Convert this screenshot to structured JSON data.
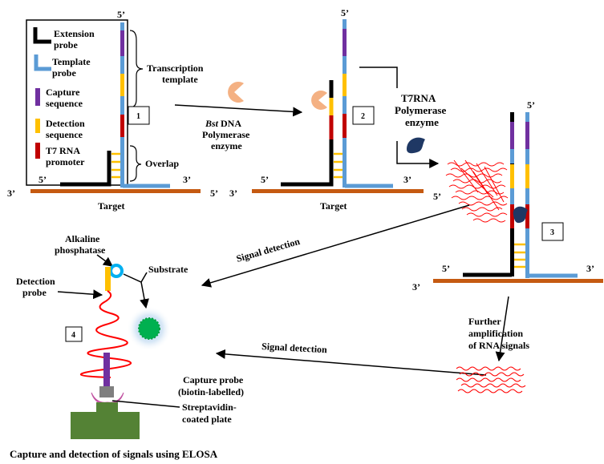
{
  "legend": {
    "extension": [
      "Extension",
      "probe"
    ],
    "template": [
      "Template",
      "probe"
    ],
    "capture": [
      "Capture",
      "sequence"
    ],
    "detection": [
      "Detection",
      "sequence"
    ],
    "t7": [
      "T7 RNA",
      "promoter"
    ]
  },
  "labels": {
    "transcription_template": [
      "Transcription",
      "template"
    ],
    "overlap": "Overlap",
    "bst_italic": "Bst",
    "bst_rest": " DNA",
    "bst_line2": "Polymerase",
    "bst_line3": "enzyme",
    "t7_enzyme": [
      "T7RNA",
      "Polymerase",
      "enzyme"
    ],
    "target": "Target",
    "five_prime": "5’",
    "three_prime": "3’",
    "signal_detection": "Signal detection",
    "further_amplification": [
      "Further",
      "amplification",
      "of RNA signals"
    ],
    "alkaline_phosphatase": [
      "Alkaline",
      "phosphatase"
    ],
    "substrate": "Substrate",
    "detection_probe": [
      "Detection",
      "probe"
    ],
    "capture_probe": [
      "Capture probe",
      "(biotin-labelled)"
    ],
    "streptavidin": [
      "Streptavidin-",
      "coated plate"
    ],
    "bottom_caption": "Capture and detection of signals using ELOSA"
  },
  "steps": [
    "1",
    "2",
    "3",
    "4"
  ],
  "colors": {
    "extension": "#000000",
    "template": "#5b9bd5",
    "capture": "#7030a0",
    "detection": "#ffc000",
    "t7": "#c00000",
    "target": "#c55a11",
    "bst_enzyme": "#f4b183",
    "t7_enzyme": "#1f3864",
    "rna": "#ff0000",
    "alkaline": "#00b0f0",
    "substrate_glow": "#00b050",
    "streptavidin": "#e06fc0",
    "plate": "#548235",
    "biotin": "#7f7f7f"
  }
}
